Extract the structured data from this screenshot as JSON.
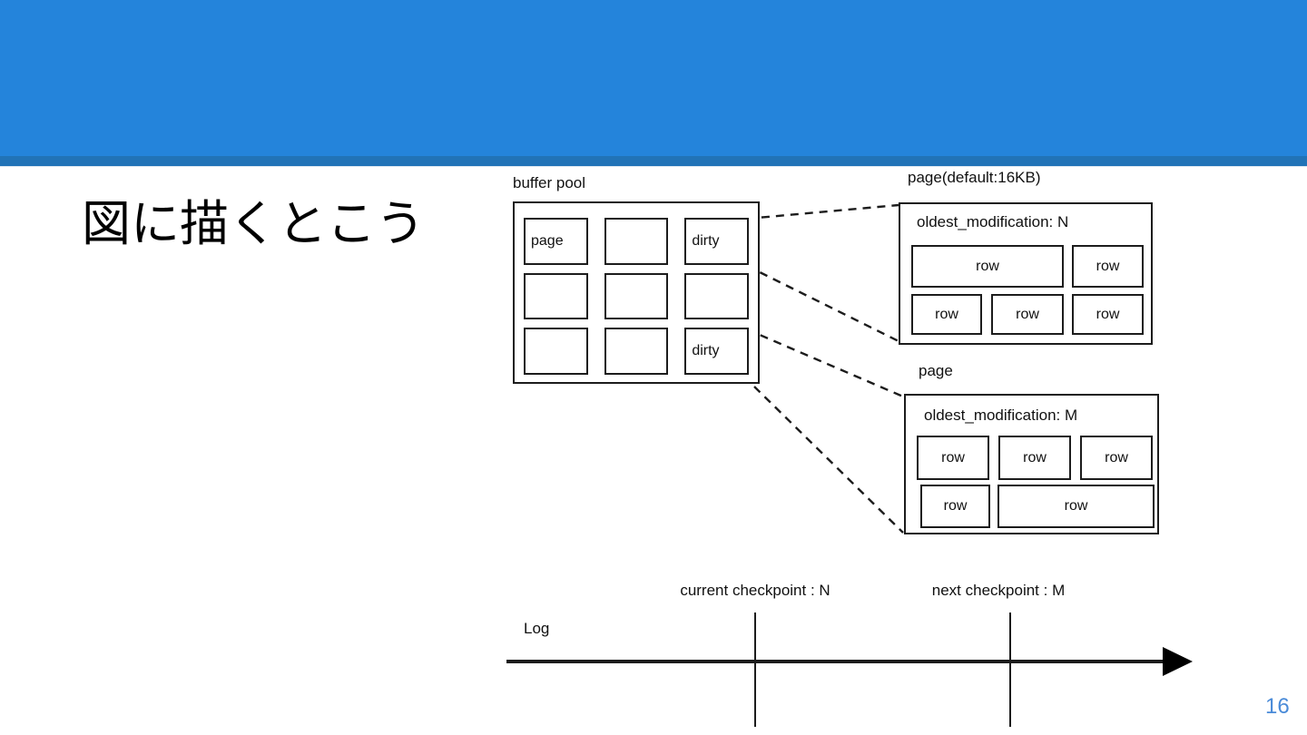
{
  "slide": {
    "title": "図に描くとこう",
    "page_number": "16",
    "colors": {
      "header_blue": "#2484DB",
      "header_stripe_blue": "#2173B7",
      "page_number_blue": "#4a8bd8",
      "diagram_line": "#1c1c1c"
    }
  },
  "diagram": {
    "buffer_pool": {
      "label": "buffer pool",
      "cells": [
        "page",
        "",
        "dirty",
        "",
        "",
        "",
        "",
        "",
        "dirty"
      ]
    },
    "page_n": {
      "label": "page(default:16KB)",
      "header": "oldest_modification: N",
      "rows_top": [
        "row",
        "row"
      ],
      "rows_bottom": [
        "row",
        "row",
        "row"
      ]
    },
    "page_m": {
      "label": "page",
      "header": "oldest_modification: M",
      "rows_top": [
        "row",
        "row",
        "row"
      ],
      "rows_bottom": [
        "row",
        "row"
      ]
    },
    "timeline": {
      "log_label": "Log",
      "checkpoint_current": "current checkpoint : N",
      "checkpoint_next": "next checkpoint : M"
    }
  }
}
